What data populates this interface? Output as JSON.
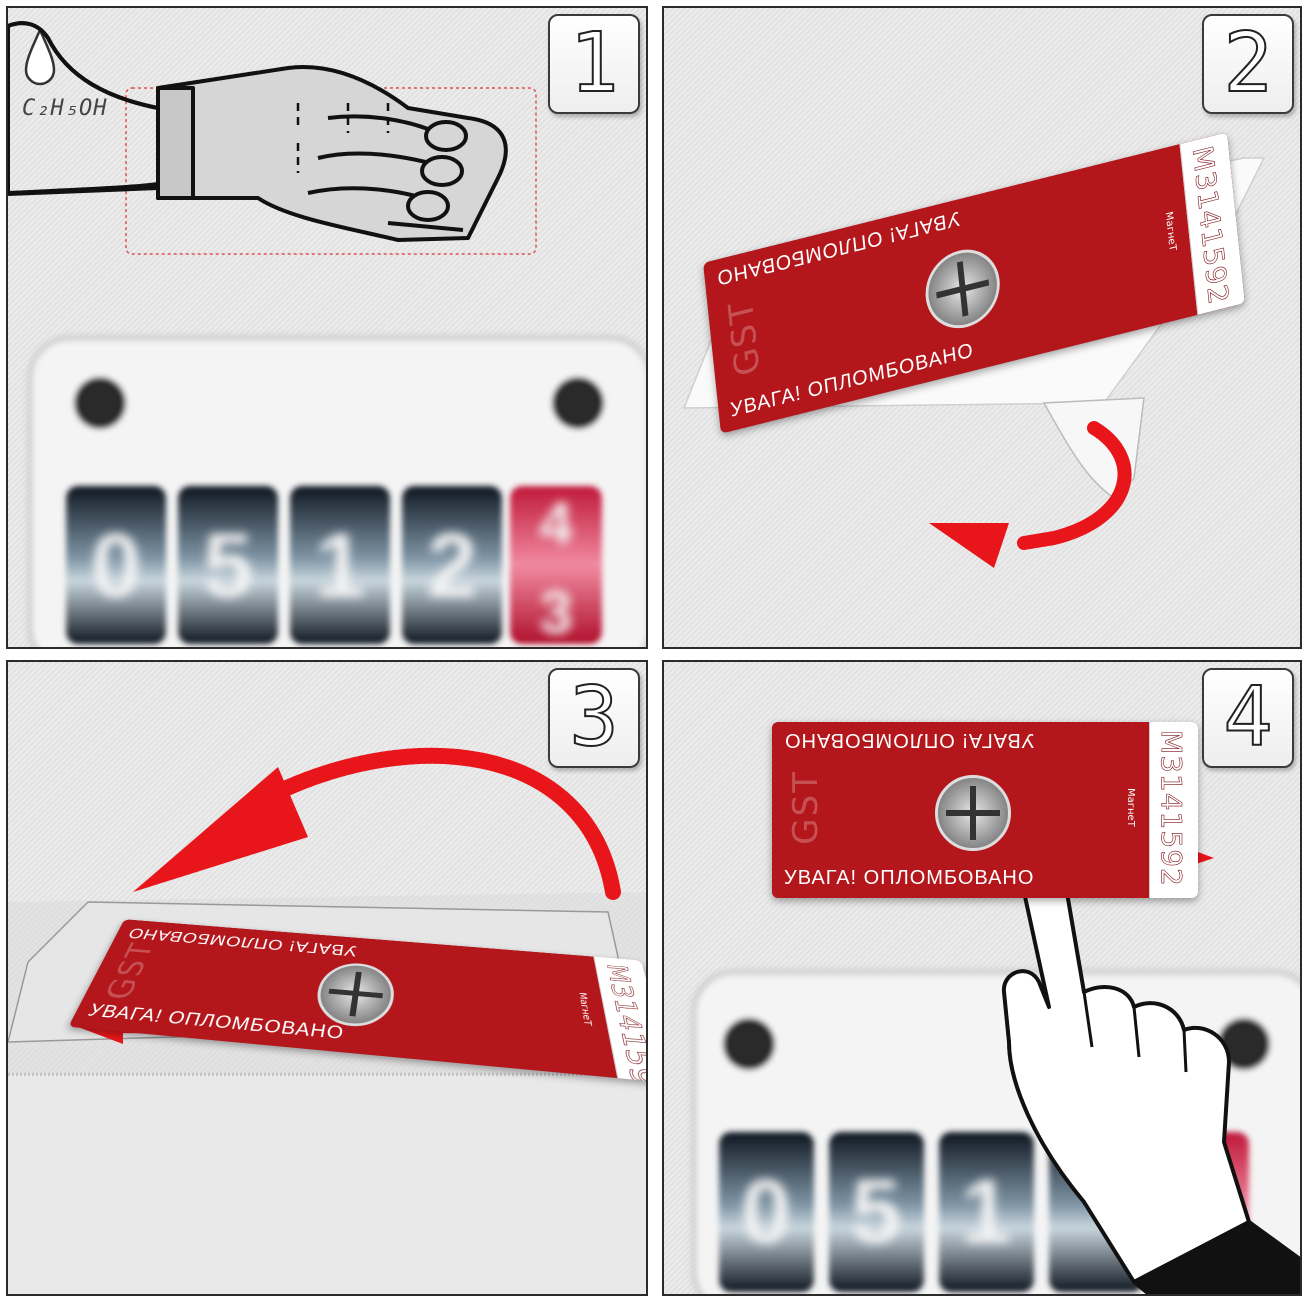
{
  "steps": [
    {
      "number": "1",
      "formula": "C₂H₅OH"
    },
    {
      "number": "2"
    },
    {
      "number": "3"
    },
    {
      "number": "4"
    }
  ],
  "seal": {
    "warning": "УВАГА! ОПЛОМБОВАНО",
    "serial": "M3141592",
    "brand": "МагнеТ",
    "gst": "GST"
  },
  "counter": {
    "digits": [
      "0",
      "5",
      "1",
      "2"
    ],
    "red_digit_top": "4",
    "red_digit_bottom": "3"
  },
  "colors": {
    "seal_red": "#b3171c",
    "arrow_red": "#e8161b",
    "panel_bg": "#e6e6e6"
  },
  "icons": [
    "drop-icon",
    "fist-icon",
    "curved-arrow-icon",
    "pointing-hand-icon",
    "tap-ring-icon"
  ]
}
